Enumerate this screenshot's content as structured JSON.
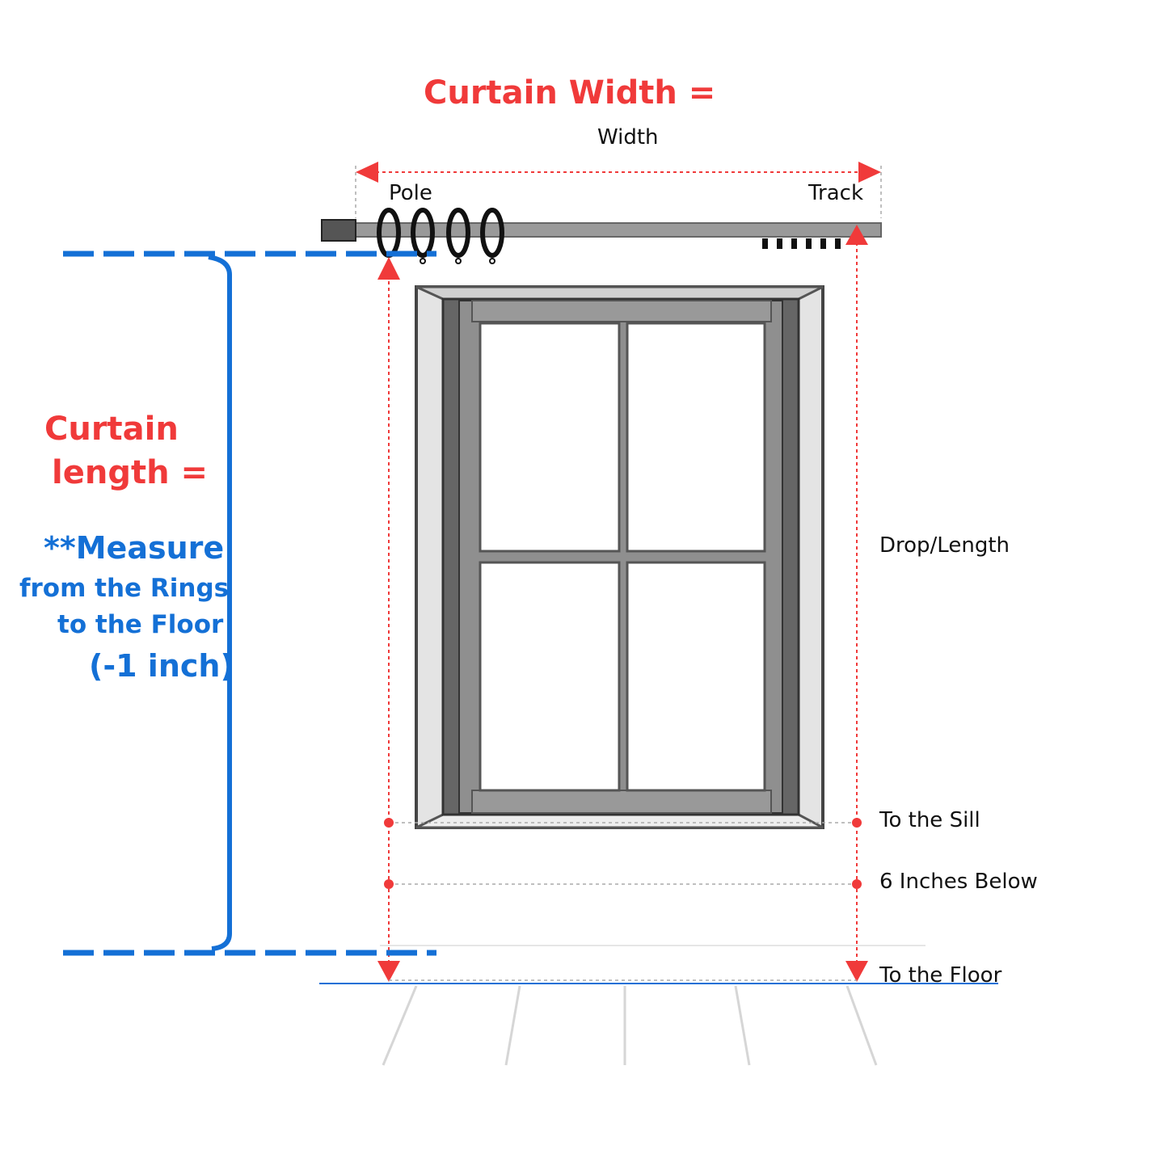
{
  "colors": {
    "red": "#f03a3a",
    "blue": "#1470d6",
    "dark": "#333333",
    "frame": "#8f8f8f",
    "frame_light": "#e0e0e0"
  },
  "titles": {
    "width_heading": "Curtain Width =",
    "length_heading_line1": "Curtain",
    "length_heading_line2": "length ="
  },
  "note": {
    "line1": "**Measure",
    "line2": "from the Rings",
    "line3": "to the Floor",
    "line4": "(-1 inch)"
  },
  "labels": {
    "width": "Width",
    "pole": "Pole",
    "track": "Track",
    "drop": "Drop/Length",
    "sill": "To the Sill",
    "below": "6 Inches Below",
    "floor": "To the Floor"
  },
  "icons": [
    "curtain-pole-icon",
    "curtain-ring-icon",
    "curtain-track-icon",
    "window-icon"
  ]
}
